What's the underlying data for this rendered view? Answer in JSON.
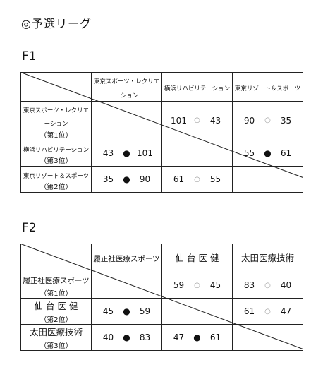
{
  "title": "◎予選リーグ",
  "leagues": [
    {
      "label": "F1",
      "headers": [
        "東京スポーツ・レクリエーション",
        "横浜リハビリテーション",
        "東京リゾート＆スポーツ"
      ],
      "rows": [
        {
          "team": "東京スポーツ・レクリエーション",
          "rank": "（第1位）",
          "cells": [
            null,
            {
              "a": "101",
              "mark": "○",
              "b": "43"
            },
            {
              "a": "90",
              "mark": "○",
              "b": "35"
            }
          ]
        },
        {
          "team": "横浜リハビリテーション",
          "rank": "（第3位）",
          "cells": [
            {
              "a": "43",
              "mark": "●",
              "b": "101"
            },
            null,
            {
              "a": "55",
              "mark": "●",
              "b": "61"
            }
          ]
        },
        {
          "team": "東京リゾート＆スポーツ",
          "rank": "（第2位）",
          "cells": [
            {
              "a": "35",
              "mark": "●",
              "b": "90"
            },
            {
              "a": "61",
              "mark": "○",
              "b": "55"
            },
            null
          ]
        }
      ]
    },
    {
      "label": "F2",
      "headers": [
        "履正社医療スポーツ",
        "仙 台 医 健",
        "太田医療技術"
      ],
      "rows": [
        {
          "team": "履正社医療スポーツ",
          "rank": "（第1位）",
          "cells": [
            null,
            {
              "a": "59",
              "mark": "○",
              "b": "45"
            },
            {
              "a": "83",
              "mark": "○",
              "b": "40"
            }
          ]
        },
        {
          "team": "仙 台 医 健",
          "rank": "（第2位）",
          "cells": [
            {
              "a": "45",
              "mark": "●",
              "b": "59"
            },
            null,
            {
              "a": "61",
              "mark": "○",
              "b": "47"
            }
          ]
        },
        {
          "team": "太田医療技術",
          "rank": "（第3位）",
          "cells": [
            {
              "a": "40",
              "mark": "●",
              "b": "83"
            },
            {
              "a": "47",
              "mark": "●",
              "b": "61"
            },
            null
          ]
        }
      ]
    }
  ]
}
